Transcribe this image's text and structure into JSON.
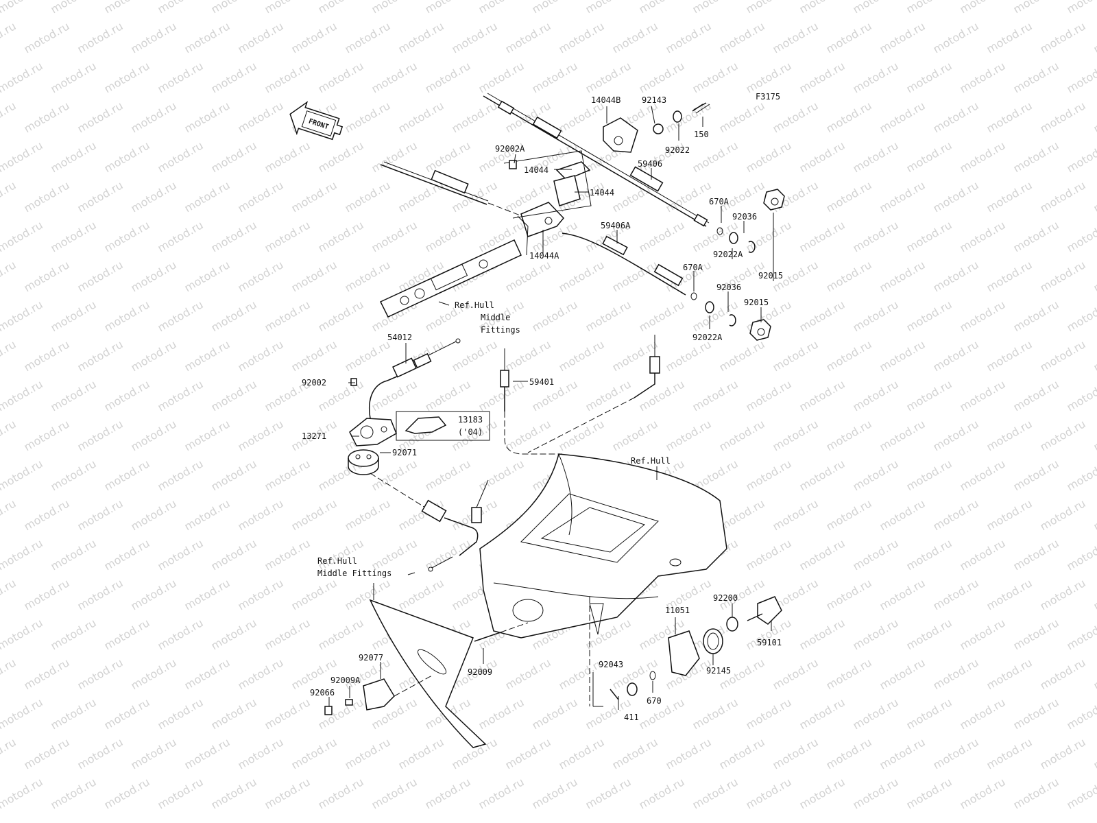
{
  "watermark": "motod.ru",
  "figure_code": "F3175",
  "front_badge": "FRONT",
  "labels": {
    "p14044B": "14044B",
    "p92143": "92143",
    "p150": "150",
    "p92022": "92022",
    "p92002A": "92002A",
    "p14044_top": "14044",
    "p14044_bottom": "14044",
    "p59406": "59406",
    "p670A_1": "670A",
    "p92036_1": "92036",
    "p14044A": "14044A",
    "p59406A": "59406A",
    "p92022A_1": "92022A",
    "p92015_1": "92015",
    "p670A_2": "670A",
    "p92036_2": "92036",
    "p92015_2": "92015",
    "p92022A_2": "92022A",
    "ref_hull_middle_1": "Ref.Hull",
    "ref_middle": "Middle",
    "ref_fittings": "Fittings",
    "p54012": "54012",
    "p92002": "92002",
    "p59401": "59401",
    "p13183": "13183",
    "p13183_year": "('04)",
    "p13271": "13271",
    "p92071": "92071",
    "ref_hull": "Ref.Hull",
    "ref_hull_middle_2a": "Ref.Hull",
    "ref_hull_middle_2b": "Middle Fittings",
    "p92200": "92200",
    "p11051": "11051",
    "p59101": "59101",
    "p92077": "92077",
    "p92009": "92009",
    "p92009A": "92009A",
    "p92066": "92066",
    "p92043": "92043",
    "p92145": "92145",
    "p670": "670",
    "p411": "411"
  },
  "colors": {
    "ink": "#111111",
    "watermark": "#d2d2d2",
    "background": "#ffffff"
  }
}
